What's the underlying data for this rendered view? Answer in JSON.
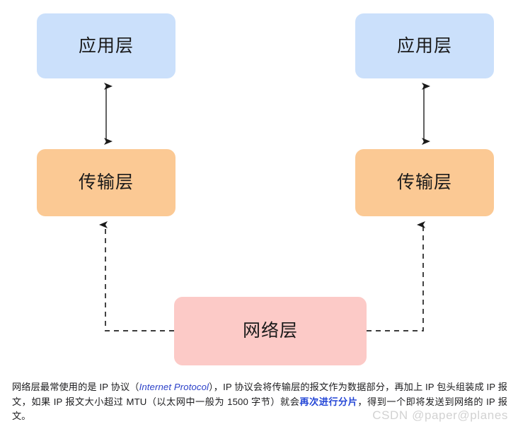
{
  "diagram": {
    "type": "layered-network-stack",
    "nodes": [
      {
        "id": "app-left",
        "label": "应用层",
        "color": "#cbe0fb"
      },
      {
        "id": "transport-left",
        "label": "传输层",
        "color": "#fbc994"
      },
      {
        "id": "app-right",
        "label": "应用层",
        "color": "#cbe0fb"
      },
      {
        "id": "transport-right",
        "label": "传输层",
        "color": "#fbc994"
      },
      {
        "id": "network",
        "label": "网络层",
        "color": "#fccac7"
      }
    ],
    "connectors": [
      {
        "id": "conn-app-transport-left",
        "from": "app-left",
        "to": "transport-left",
        "style": "solid",
        "arrows": "both"
      },
      {
        "id": "conn-app-transport-right",
        "from": "app-right",
        "to": "transport-right",
        "style": "solid",
        "arrows": "both"
      },
      {
        "id": "conn-network-transport-left",
        "from": "network",
        "to": "transport-left",
        "style": "dashed",
        "arrows": "end"
      },
      {
        "id": "conn-network-transport-right",
        "from": "network",
        "to": "transport-right",
        "style": "dashed",
        "arrows": "end"
      }
    ],
    "stroke_color": "#3b3b3b"
  },
  "caption": {
    "part1": "网络层最常使用的是 IP 协议（",
    "emphasis_italic": "Internet Protocol",
    "part2": "），IP 协议会将传输层的报文作为数据部分，再加上 IP 包头组装成 IP 报文，如果 IP 报文大小超过 MTU（以太网中一般为 1500 字节）就会",
    "emphasis_bold": "再次进行分片",
    "part3": "，得到一个即将发送到网络的 IP 报文。"
  },
  "watermark": {
    "text": "CSDN @paper@planes"
  }
}
